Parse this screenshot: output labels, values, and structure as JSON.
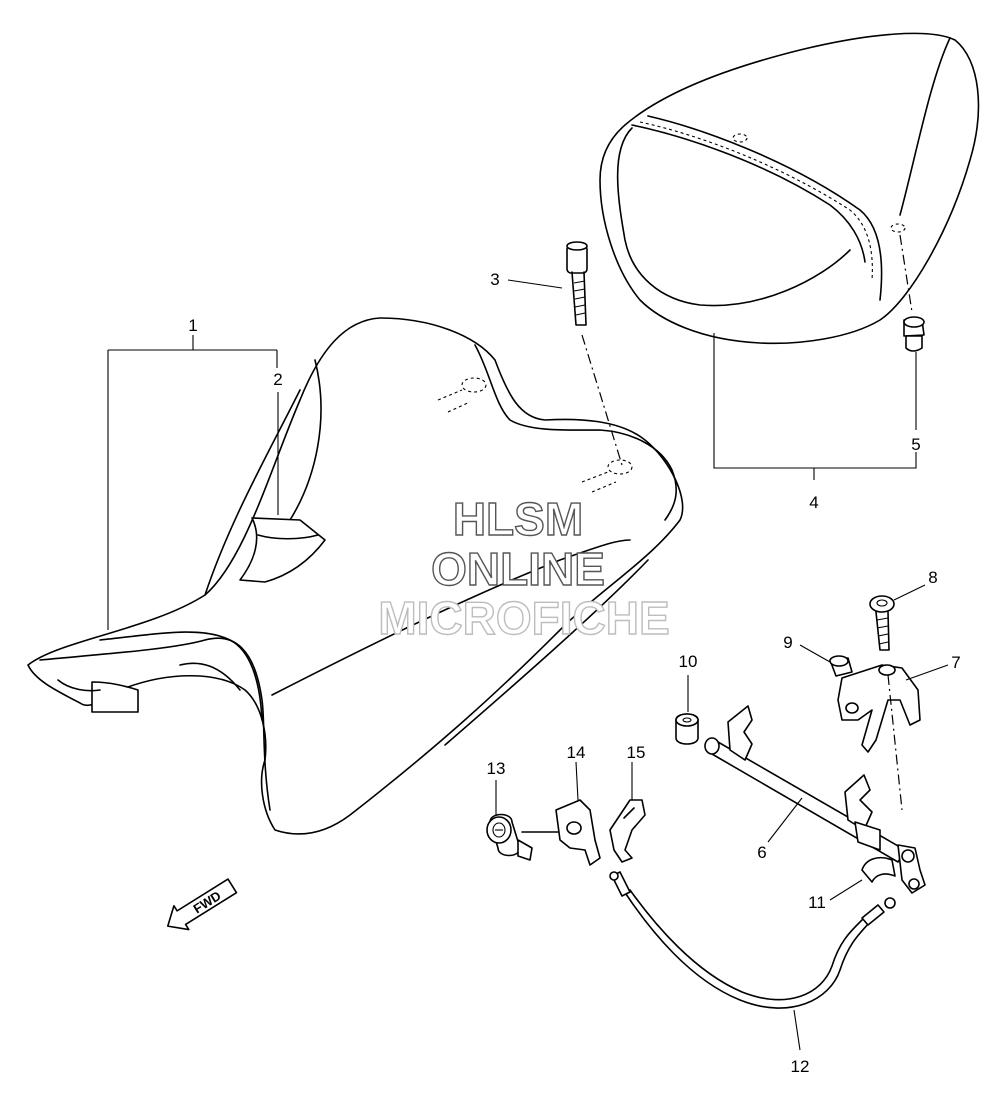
{
  "watermark": {
    "line1": "HLSM",
    "line2": "ONLINE",
    "line3": "MICROFICHE"
  },
  "direction_arrow": {
    "label": "FWD"
  },
  "part_numbers": {
    "p1": "1",
    "p2": "2",
    "p3": "3",
    "p4": "4",
    "p5": "5",
    "p6": "6",
    "p7": "7",
    "p8": "8",
    "p9": "9",
    "p10": "10",
    "p11": "11",
    "p12": "12",
    "p13": "13",
    "p14": "14",
    "p15": "15"
  },
  "colors": {
    "line": "#000000",
    "background": "#ffffff",
    "watermark_outline": "#555555"
  }
}
